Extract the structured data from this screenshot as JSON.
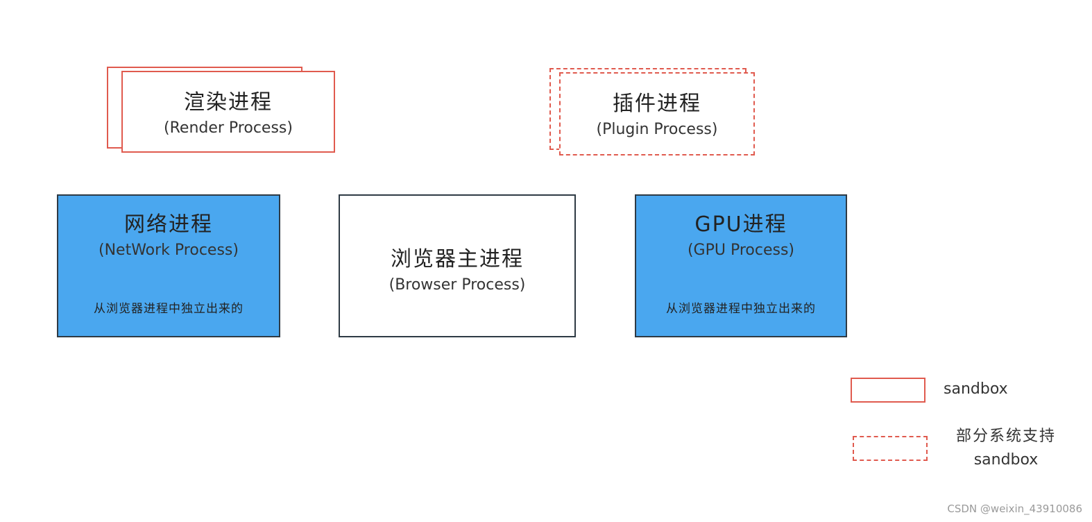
{
  "render_process": {
    "title": "渲染进程",
    "subtitle": "(Render Process)"
  },
  "plugin_process": {
    "title": "插件进程",
    "subtitle": "(Plugin Process)"
  },
  "network_process": {
    "title": "网络进程",
    "subtitle": "(NetWork Process)",
    "note": "从浏览器进程中独立出来的"
  },
  "browser_process": {
    "title": "浏览器主进程",
    "subtitle": "(Browser Process)"
  },
  "gpu_process": {
    "title": "GPU进程",
    "subtitle": "(GPU Process)",
    "note": "从浏览器进程中独立出来的"
  },
  "legend": {
    "sandbox_label": "sandbox",
    "partial_line1": "部分系统支持",
    "partial_line2": "sandbox"
  },
  "watermark": "CSDN @weixin_43910086"
}
